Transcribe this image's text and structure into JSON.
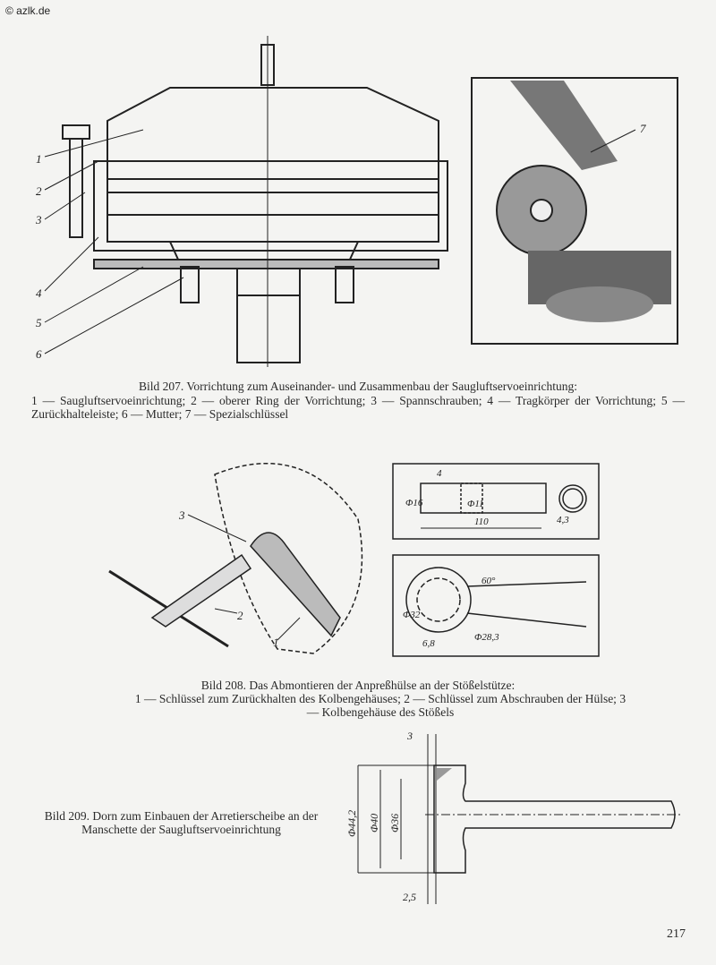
{
  "watermark": "© azlk.de",
  "figures": [
    {
      "id": "bild-207",
      "title": "Bild 207. Vorrichtung zum Auseinander- und Zusammenbau der Saugluftservoeinrichtung:",
      "legend": "1 — Saugluftservoeinrichtung; 2 — oberer Ring der Vorrichtung; 3 — Spannschrauben; 4 — Tragkörper der Vorrichtung; 5 — Zurückhalteleiste; 6 — Mutter; 7 — Spezialschlüssel",
      "callouts": [
        "1",
        "2",
        "3",
        "4",
        "5",
        "6",
        "7"
      ]
    },
    {
      "id": "bild-208",
      "title": "Bild 208. Das Abmontieren der Anpreßhülse an der Stößelstütze:",
      "legend": "1 — Schlüssel zum Zurückhalten des Kolbengehäuses; 2 — Schlüssel zum Abschrauben der Hülse; 3 — Kolbengehäuse des Stößels",
      "callouts": [
        "1",
        "2",
        "3"
      ],
      "dimensions": [
        "4",
        "Φ16",
        "Φ11",
        "110",
        "4,3",
        "60°",
        "Φ32",
        "6,8",
        "Φ28,3"
      ]
    },
    {
      "id": "bild-209",
      "caption": "Bild 209. Dorn zum Einbauen der Arretierscheibe an der Manschette der Saugluftservoeinrichtung",
      "dimensions": [
        "3",
        "Φ44,2",
        "Φ40",
        "Φ36",
        "2,5"
      ]
    }
  ],
  "page_number": "217"
}
